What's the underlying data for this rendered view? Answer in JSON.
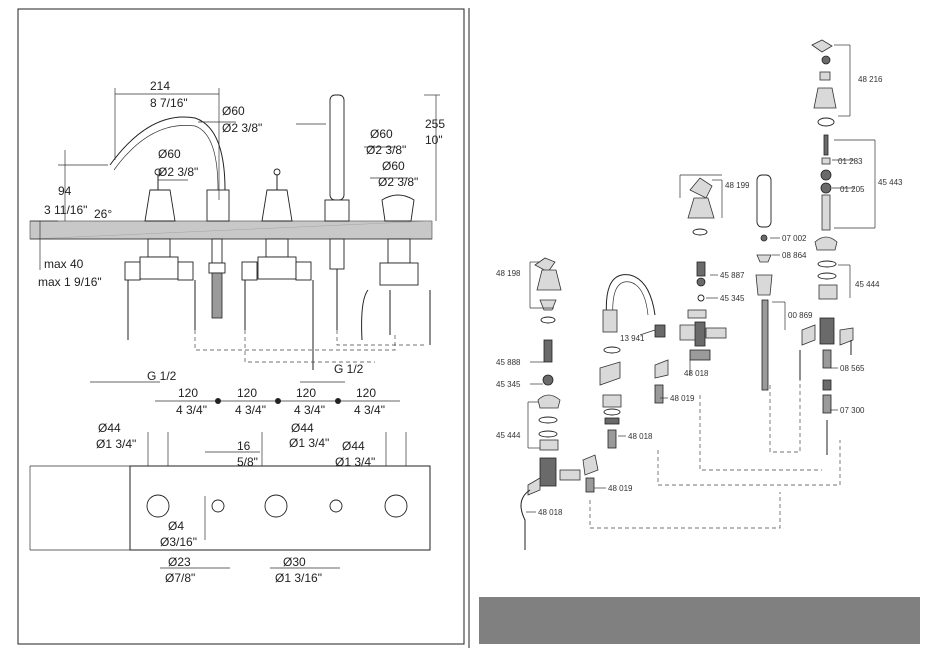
{
  "left_drawing": {
    "dimensions": {
      "width_mm": "214",
      "width_in": "8 7/16\"",
      "spout_d1_mm": "Ø60",
      "spout_d1_in": "Ø2 3/8\"",
      "handle_d_mm": "Ø60",
      "handle_d_in": "Ø2 3/8\"",
      "shower_d_mm": "Ø60",
      "shower_d_in": "Ø2 3/8\"",
      "handle2_d_mm": "Ø60",
      "handle2_d_in": "Ø2 3/8\"",
      "height_mm": "255",
      "height_in": "10\"",
      "spout_h_mm": "94",
      "spout_h_in": "3 11/16\"",
      "angle": "26°",
      "max_mm": "max 40",
      "max_in": "max 1 9/16\"",
      "thread_left": "G 1/2",
      "thread_right": "G 1/2",
      "spacing_mm": [
        "120",
        "120",
        "120",
        "120"
      ],
      "spacing_in": [
        "4 3/4\"",
        "4 3/4\"",
        "4 3/4\"",
        "4 3/4\""
      ]
    },
    "cutout": {
      "hole1_mm": "Ø44",
      "hole1_in": "Ø1 3/4\"",
      "gap_mm": "16",
      "gap_in": "5/8\"",
      "hole2_mm": "Ø44",
      "hole2_in": "Ø1 3/4\"",
      "hole3_mm": "Ø44",
      "hole3_in": "Ø1 3/4\"",
      "pin_mm": "Ø4",
      "pin_in": "Ø3/16\"",
      "small_mm": "Ø23",
      "small_in": "Ø7/8\"",
      "mid_mm": "Ø30",
      "mid_in": "Ø1 3/16\""
    }
  },
  "right_drawing": {
    "part_numbers": {
      "p48216": "48 216",
      "p01283": "01 283",
      "p45443": "45 443",
      "p01205": "01 205",
      "p48199": "48 199",
      "p07002": "07 002",
      "p08864": "08 864",
      "p45887": "45 887",
      "p45345a": "45 345",
      "p00869": "00 869",
      "p45444a": "45 444",
      "p48198": "48 198",
      "p13941": "13 941",
      "p48018a": "48 018",
      "p45888": "45 888",
      "p45345b": "45 345",
      "p48019a": "48 019",
      "p08565": "08 565",
      "p07300": "07 300",
      "p45444b": "45 444",
      "p48018b": "48 018",
      "p48019b": "48 019",
      "p48018c": "48 018"
    },
    "footer_bar_color": "#808080"
  }
}
